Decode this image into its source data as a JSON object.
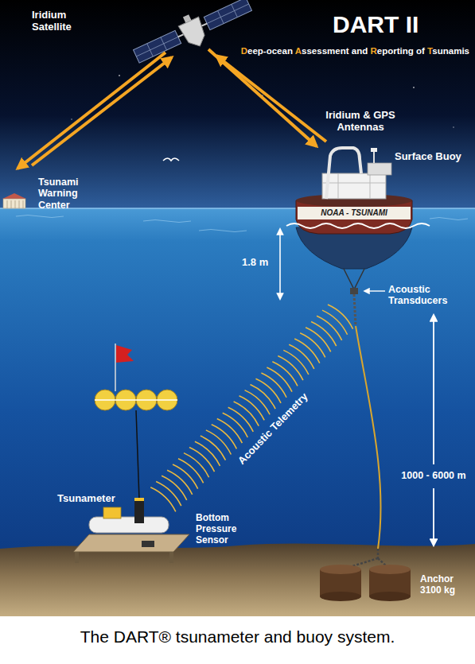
{
  "diagram": {
    "title": "DART II",
    "caption": "The DART® tsunameter and buoy system.",
    "labels": [
      "Deep-ocean Assessment and Reporting of Tsunamis",
      "Iridium Satellite",
      "Iridium & GPS Antennas",
      "Surface Buoy",
      "Tsunami Warning Center",
      "NOAA - TSUNAMI",
      "1.8 m",
      "Acoustic Transducers",
      "Acoustic Telemetry",
      "1000 - 6000 m",
      "Tsunameter",
      "Bottom Pressure Sensor",
      "Anchor 3100 kg"
    ]
  }
}
